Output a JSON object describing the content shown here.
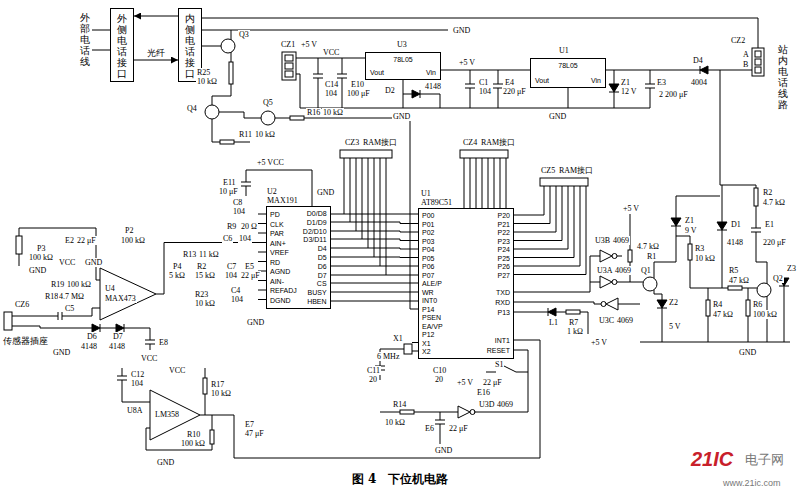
{
  "diagram": {
    "caption": "图 4　下位机电路",
    "nodes": [
      {
        "text": [
          "外侧电话接口"
        ]
      },
      {
        "text": [
          "内侧电话接口"
        ]
      },
      {
        "text": [
          "78L05",
          "Vout",
          "Vin"
        ]
      },
      {
        "text": [
          "78L05",
          "Vout",
          "Vin"
        ]
      },
      {
        "text": [
          "U2",
          "MAX191",
          "PD",
          "CLK",
          "PAR",
          "AIN+",
          "VREF",
          "RD",
          "AGND",
          "AIN-",
          "REFADJ",
          "DGND",
          "D0/D8",
          "D1/D9",
          "D2/D10",
          "D3/D11",
          "D4",
          "D5",
          "D6",
          "D7",
          "CS",
          "BUSY",
          "HBEN"
        ]
      },
      {
        "text": [
          "U1",
          "AT89C51",
          "P00",
          "P01",
          "P02",
          "P03",
          "P04",
          "P05",
          "P06",
          "P07",
          "ALE/P",
          "WR",
          "INT0",
          "P14",
          "PSEN",
          "EA/VP",
          "P12",
          "X1",
          "X2",
          "P20",
          "P21",
          "P22",
          "P23",
          "P24",
          "P25",
          "P26",
          "P27",
          "TXD",
          "RXD",
          "P13",
          "INT1",
          "RESET"
        ]
      }
    ],
    "edges": [
      {
        "from": 1,
        "to": 0,
        "arrow": "to"
      },
      {
        "from": 0,
        "to": 1,
        "label": "光纤",
        "arrow": "to"
      },
      {
        "from": 3,
        "to": 2,
        "arrow": "none"
      },
      {
        "from": 4,
        "to": 5,
        "arrow": "none"
      }
    ],
    "labels": [
      "外部电话线",
      "GND",
      "Q3",
      "R25",
      "10 kΩ",
      "Q4",
      "Q5",
      "R16",
      "10 kΩ",
      "R11",
      "10 kΩ",
      "CZ1",
      "+5 V",
      "VCC",
      "C14",
      "104",
      "E10",
      "100 μF",
      "U3",
      "D2",
      "4148",
      "+5 V",
      "C1",
      "104",
      "E4",
      "220 μF",
      "U1",
      "GND",
      "Z1",
      "12 V",
      "E3",
      "2 200 μF",
      "D4",
      "4004",
      "CZ2",
      "A",
      "B",
      "站内电话线路",
      "GND",
      "CZ3",
      "RAM接口",
      "CZ4",
      "RAM接口",
      "CZ5",
      "RAM接口",
      "+5 VCC",
      "E11",
      "10 μF",
      "GND",
      "C8",
      "104",
      "R9",
      "20 Ω",
      "C6",
      "104",
      "R13",
      "11 kΩ",
      "P4",
      "5 kΩ",
      "R2",
      "15 kΩ",
      "C7",
      "104",
      "E5",
      "22 μF",
      "C4",
      "104",
      "R23",
      "10 kΩ",
      "GND",
      "P3",
      "100 kΩ",
      "GND",
      "E2",
      "22 μF",
      "P2",
      "100 kΩ",
      "VCC",
      "GND",
      "R19",
      "100 kΩ",
      "R18",
      "4.7 MΩ",
      "U4",
      "MAX473",
      "CZ6",
      "传感器插座",
      "C5",
      "D6",
      "4148",
      "D7",
      "4148",
      "E8",
      "VCC",
      "GND",
      "C12",
      "104",
      "VCC",
      "U8A",
      "LM358",
      "R17",
      "10 kΩ",
      "R10",
      "100 kΩ",
      "E7",
      "47 μF",
      "GND",
      "C11",
      "20",
      "C10",
      "20",
      "X1",
      "6 MHz",
      "S1",
      "+5 V",
      "22 μF",
      "E16",
      "R14",
      "10 kΩ",
      "E6",
      "22 μF",
      "U3D",
      "4069",
      "GND",
      "+5 V",
      "Z1",
      "9 V",
      "U3B",
      "4069",
      "4.7 kΩ",
      "R1",
      "Q1",
      "U3A",
      "4069",
      "U3C",
      "4069",
      "L1",
      "R7",
      "1 kΩ",
      "+5 V",
      "Z2",
      "5 V",
      "R3",
      "10 kΩ",
      "R5",
      "47 kΩ",
      "Q2",
      "Z3",
      "R2",
      "4.7 kΩ",
      "D1",
      "4148",
      "E1",
      "220 μF",
      "R4",
      "47 kΩ",
      "R6",
      "100 kΩ",
      "GND",
      "21IC",
      "电子网",
      "www.21ic.com"
    ]
  }
}
